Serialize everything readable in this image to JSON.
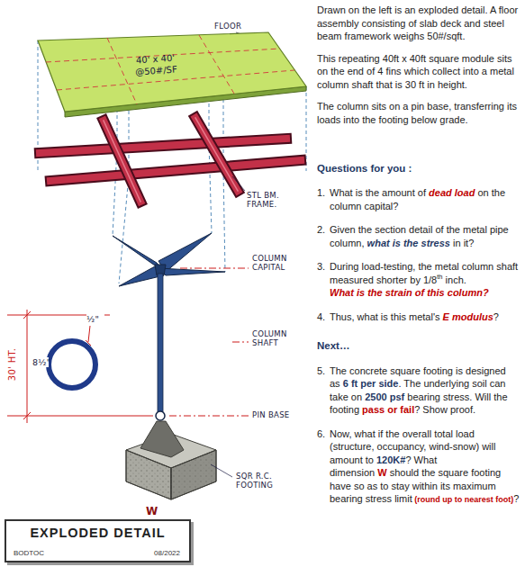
{
  "diagram": {
    "nodes": [
      {
        "text": [
          "40' x 40' @50#/SF"
        ]
      },
      {
        "text": [
          "EXPLODED DETAIL",
          "BODTOC",
          "08/2022"
        ]
      }
    ],
    "labels": [
      "FLOOR",
      "STL BM. FRAME.",
      "COLUMN CAPITAL",
      "COLUMN SHAFT",
      "½\"",
      "8½\"",
      "30' HT.",
      "PIN BASE",
      "SQR R.C. FOOTING",
      "W",
      "Drawn on the left is an exploded detail. A floor assembly consisting of slab deck and steel beam framework weighs 50#/sqft.",
      "This repeating 40ft x 40ft square module sits on the end of 4 fins which collect into a metal column shaft that is 30 ft in height.",
      "The column sits on a pin base, transferring its loads into the footing below grade.",
      "Questions for you :",
      "1.",
      "What is the amount of",
      "dead load",
      "on the column capital?",
      "2.",
      "Given the section detail of the metal pipe column,",
      "what is the stress",
      "in it?",
      "3.",
      "During load-testing, the metal column shaft measured shorter by 1/8",
      "th",
      "inch.",
      "What is the strain of this column?",
      "4.",
      "Thus, what is this metal's",
      "E modulus",
      "?",
      "Next…",
      "5.",
      "The concrete square footing is designed as",
      "6 ft per side",
      ". The underlying soil can take on",
      "2500 psf",
      "bearing stress. Will the footing",
      "pass or fail",
      "? Show proof.",
      "6.",
      "Now, what if the overall total load (structure, occupancy, wind-snow) will amount to",
      "120K#",
      "? What dimension",
      "W",
      "should the square footing have so as to stay within its maximum bearing stress limit",
      "(round up to nearest foot)",
      "?"
    ]
  }
}
